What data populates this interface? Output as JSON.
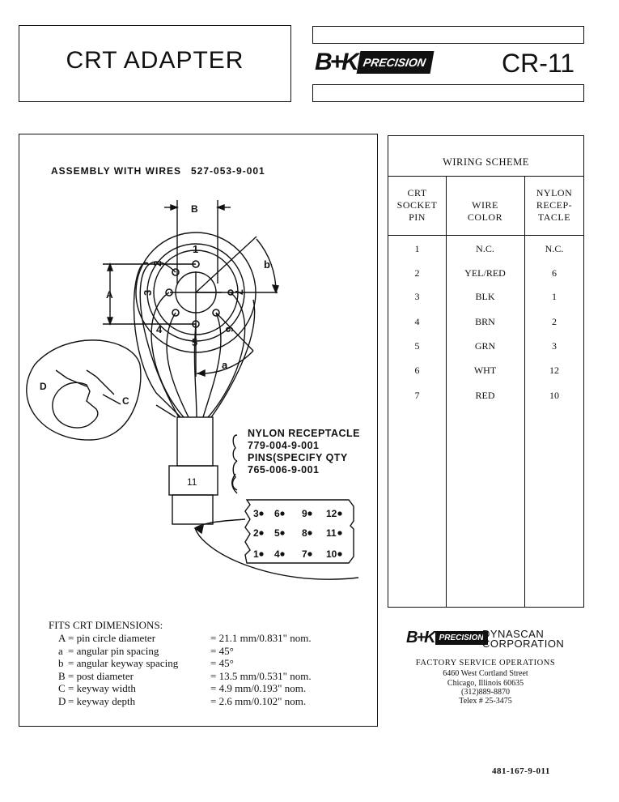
{
  "header": {
    "title": "CRT ADAPTER",
    "logo_bk": "B+K",
    "logo_precision": "PRECISION",
    "model": "CR-11"
  },
  "diagram": {
    "assembly_label": "ASSEMBLY WITH WIRES",
    "assembly_number": "527-053-9-001",
    "labels": {
      "B": "B",
      "A": "A",
      "b": "b",
      "a": "a",
      "D": "D",
      "C": "C",
      "pin1": "1",
      "pin2": "2",
      "pin3": "3",
      "pin4": "4",
      "pin5": "5",
      "pin6": "6",
      "pin7": "7",
      "plug": "11"
    },
    "nylon_lines": [
      "NYLON RECEPTACLE",
      "779-004-9-001",
      "PINS(SPECIFY QTY",
      "765-006-9-001"
    ],
    "receptacle_rows": [
      [
        "3",
        "6",
        "9",
        "12"
      ],
      [
        "2",
        "5",
        "8",
        "11"
      ],
      [
        "1",
        "4",
        "7",
        "10"
      ]
    ]
  },
  "dimensions": {
    "heading": "FITS CRT DIMENSIONS:",
    "rows": [
      {
        "key": "A",
        "desc": "= pin circle diameter",
        "value": "= 21.1 mm/0.831\" nom."
      },
      {
        "key": "a",
        "desc": "= angular pin spacing",
        "value": "= 45°"
      },
      {
        "key": "b",
        "desc": "= angular keyway spacing",
        "value": "= 45°"
      },
      {
        "key": "B",
        "desc": "= post diameter",
        "value": "= 13.5 mm/0.531\" nom."
      },
      {
        "key": "C",
        "desc": "= keyway width",
        "value": "= 4.9 mm/0.193\" nom."
      },
      {
        "key": "D",
        "desc": "= keyway depth",
        "value": "= 2.6 mm/0.102\" nom."
      }
    ]
  },
  "wiring": {
    "title": "WIRING SCHEME",
    "headers": [
      "CRT SOCKET PIN",
      "WIRE COLOR",
      "NYLON RECEP- TACLE"
    ],
    "header_lines": [
      [
        "CRT",
        "SOCKET",
        "PIN"
      ],
      [
        "WIRE",
        "COLOR"
      ],
      [
        "NYLON",
        "RECEP-",
        "TACLE"
      ]
    ],
    "rows": [
      [
        "1",
        "N.C.",
        "N.C."
      ],
      [
        "2",
        "YEL/RED",
        "6"
      ],
      [
        "3",
        "BLK",
        "1"
      ],
      [
        "4",
        "BRN",
        "2"
      ],
      [
        "5",
        "GRN",
        "3"
      ],
      [
        "6",
        "WHT",
        "12"
      ],
      [
        "7",
        "RED",
        "10"
      ]
    ]
  },
  "footer": {
    "logo_bk": "B+K",
    "logo_precision": "PRECISION",
    "dynascan_1": "DYNASCAN",
    "dynascan_2": "CORPORATION",
    "address": [
      "FACTORY SERVICE OPERATIONS",
      "6460 West Cortland Street",
      "Chicago, Illinois 60635",
      "(312)889-8870",
      "Telex # 25-3475"
    ],
    "doc_number": "481-167-9-011"
  }
}
